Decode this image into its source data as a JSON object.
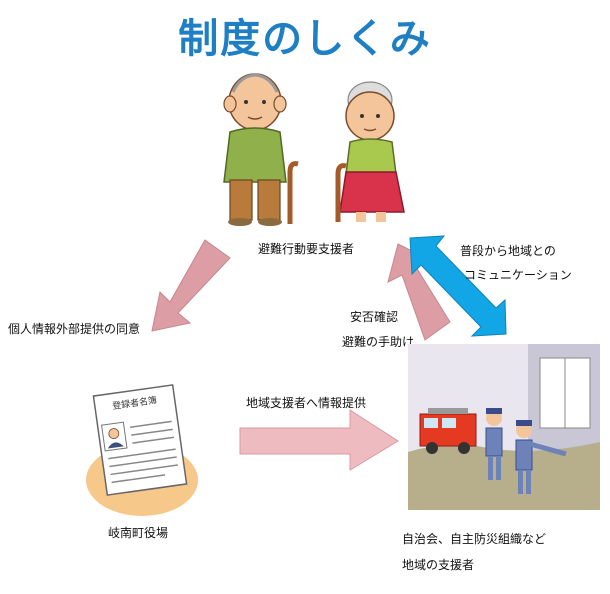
{
  "title": "制度のしくみ",
  "labels": {
    "elderly": "避難行動要支援者",
    "consent": "個人情報外部提供の同意",
    "communication_1": "普段から地域との",
    "communication_2": "コミュニケーション",
    "safety_1": "安否確認",
    "safety_2": "避難の手助け",
    "info_provision": "地域支援者へ情報提供",
    "town_office": "岐南町役場",
    "supporters_1": "自治会、自主防災組織など",
    "supporters_2": "地域の支援者",
    "document_header": "登録者名簿"
  },
  "colors": {
    "title": "#1f7fc4",
    "arrow_pink": "#dc9ea4",
    "arrow_light_pink": "#eebcc0",
    "arrow_blue": "#12a6e6"
  }
}
